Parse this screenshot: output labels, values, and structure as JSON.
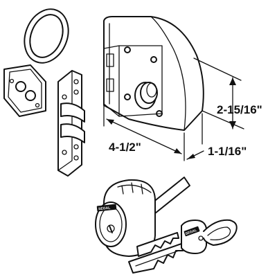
{
  "dimensions": {
    "width": "4-1/2\"",
    "depth": "1-1/16\"",
    "height": "2-15/16\""
  },
  "brand": {
    "cylinder": "SEGAL",
    "key": "SEGAL"
  }
}
